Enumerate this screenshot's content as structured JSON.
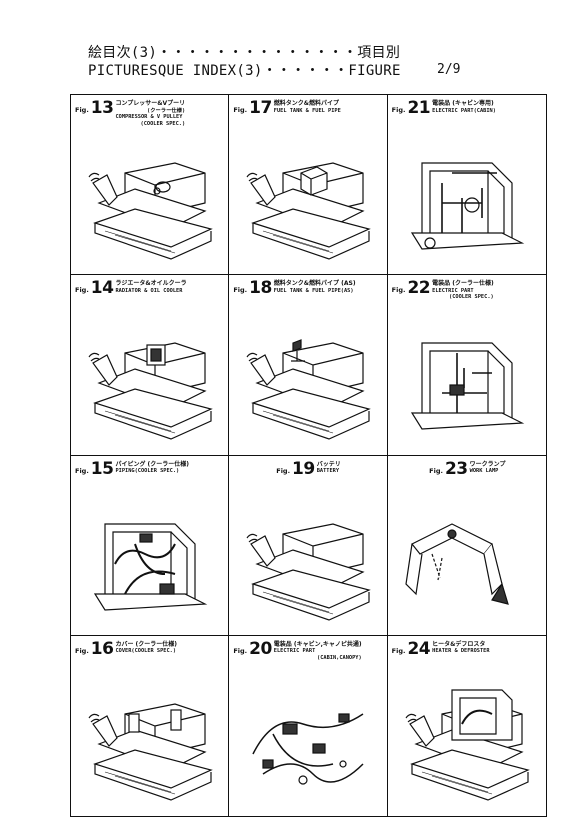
{
  "header": {
    "line1": "絵目次(3)・・・・・・・・・・・・・・項目別",
    "line2": "PICTURESQUE INDEX(3)・・・・・・FIGURE",
    "page": "2/9"
  },
  "figures": [
    {
      "prefix": "Fig.",
      "num": "13",
      "jp": "コンプレッサー&Vプーリ",
      "jp2": "(クーラー仕様)",
      "en": "COMPRESSOR & V PULLEY",
      "en2": "(COOLER SPEC.)",
      "illus": "excavator-compressor"
    },
    {
      "prefix": "Fig.",
      "num": "17",
      "jp": "燃料タンク&燃料パイプ",
      "jp2": "",
      "en": "FUEL TANK & FUEL PIPE",
      "en2": "",
      "illus": "excavator-fuel-tank"
    },
    {
      "prefix": "Fig.",
      "num": "21",
      "jp": "電装品 (キャビン専用)",
      "jp2": "",
      "en": "ELECTRIC PART(CABIN)",
      "en2": "",
      "illus": "cabin-electric"
    },
    {
      "prefix": "Fig.",
      "num": "14",
      "jp": "ラジエータ&オイルクーラ",
      "jp2": "",
      "en": "RADIATOR & OIL COOLER",
      "en2": "",
      "illus": "excavator-radiator"
    },
    {
      "prefix": "Fig.",
      "num": "18",
      "jp": "燃料タンク&燃料パイプ (AS)",
      "jp2": "",
      "en": "FUEL TANK & FUEL PIPE(AS)",
      "en2": "",
      "illus": "excavator-fuel-tank-as"
    },
    {
      "prefix": "Fig.",
      "num": "22",
      "jp": "電装品 (クーラー仕様)",
      "jp2": "",
      "en": "ELECTRIC PART",
      "en2": "(COOLER SPEC.)",
      "illus": "canopy-electric"
    },
    {
      "prefix": "Fig.",
      "num": "15",
      "jp": "パイピング (クーラー仕様)",
      "jp2": "",
      "en": "PIPING(COOLER SPEC.)",
      "en2": "",
      "illus": "cooler-piping"
    },
    {
      "prefix": "Fig.",
      "num": "19",
      "jp": "バッテリ",
      "jp2": "",
      "en": "BATTERY",
      "en2": "",
      "illus": "excavator-battery"
    },
    {
      "prefix": "Fig.",
      "num": "23",
      "jp": "ワークランプ",
      "jp2": "",
      "en": "WORK LAMP",
      "en2": "",
      "illus": "boom-work-lamp"
    },
    {
      "prefix": "Fig.",
      "num": "16",
      "jp": "カバー (クーラー仕様)",
      "jp2": "",
      "en": "COVER(COOLER SPEC.)",
      "en2": "",
      "illus": "excavator-cover"
    },
    {
      "prefix": "Fig.",
      "num": "20",
      "jp": "電装品 (キャビン,キャノピ共通)",
      "jp2": "",
      "en": "ELECTRIC PART",
      "en2": "(CABIN,CANOPY)",
      "illus": "electric-harness"
    },
    {
      "prefix": "Fig.",
      "num": "24",
      "jp": "ヒータ&デフロスタ",
      "jp2": "",
      "en": "HEATER & DEFROSTER",
      "en2": "",
      "illus": "cabin-heater"
    }
  ]
}
